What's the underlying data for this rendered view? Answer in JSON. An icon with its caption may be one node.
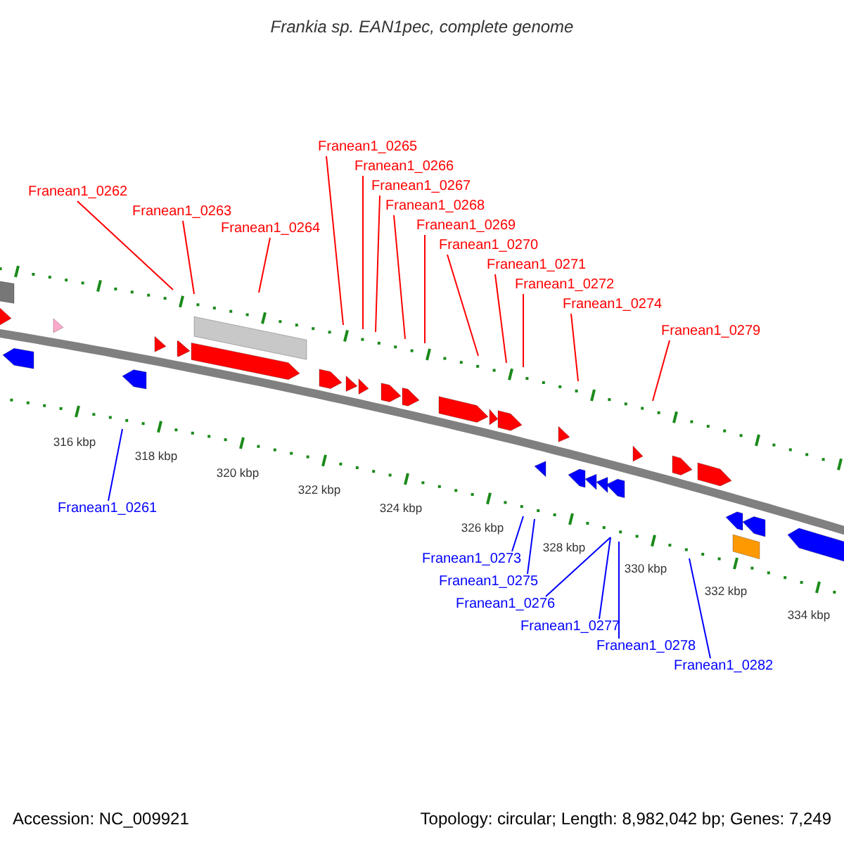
{
  "diagram": {
    "title": "Frankia sp. EAN1pec, complete genome",
    "nodes": [
      {
        "text": [
          "Franean1_0261"
        ]
      },
      {
        "text": [
          "Franean1_0262"
        ]
      },
      {
        "text": [
          "Franean1_0263"
        ]
      },
      {
        "text": [
          "Franean1_0264"
        ]
      },
      {
        "text": [
          "Franean1_0265"
        ]
      },
      {
        "text": [
          "Franean1_0266"
        ]
      },
      {
        "text": [
          "Franean1_0267"
        ]
      },
      {
        "text": [
          "Franean1_0268"
        ]
      },
      {
        "text": [
          "Franean1_0269"
        ]
      },
      {
        "text": [
          "Franean1_0270"
        ]
      },
      {
        "text": [
          "Franean1_0271"
        ]
      },
      {
        "text": [
          "Franean1_0272"
        ]
      },
      {
        "text": [
          "Franean1_0273"
        ]
      },
      {
        "text": [
          "Franean1_0274"
        ]
      },
      {
        "text": [
          "Franean1_0275"
        ]
      },
      {
        "text": [
          "Franean1_0276"
        ]
      },
      {
        "text": [
          "Franean1_0277"
        ]
      },
      {
        "text": [
          "Franean1_0278"
        ]
      },
      {
        "text": [
          "Franean1_0279"
        ]
      },
      {
        "text": [
          "Franean1_0282"
        ]
      }
    ],
    "edges": [
      {
        "from": 0,
        "to": null,
        "arrow": "none",
        "color": "#0000ff"
      },
      {
        "from": 1,
        "to": null,
        "arrow": "none"
      },
      {
        "from": 2,
        "to": null,
        "arrow": "none"
      },
      {
        "from": 3,
        "to": null,
        "arrow": "none"
      },
      {
        "from": 4,
        "to": null,
        "arrow": "none"
      },
      {
        "from": 5,
        "to": null,
        "arrow": "none"
      },
      {
        "from": 6,
        "to": null,
        "arrow": "none"
      },
      {
        "from": 7,
        "to": null,
        "arrow": "none"
      },
      {
        "from": 8,
        "to": null,
        "arrow": "none"
      },
      {
        "from": 9,
        "to": null,
        "arrow": "none"
      },
      {
        "from": 10,
        "to": null,
        "arrow": "none"
      },
      {
        "from": 11,
        "to": null,
        "arrow": "none"
      },
      {
        "from": 12,
        "to": null,
        "arrow": "none",
        "color": "#0000ff"
      },
      {
        "from": 13,
        "to": null,
        "arrow": "none"
      },
      {
        "from": 14,
        "to": null,
        "arrow": "none",
        "color": "#0000ff"
      },
      {
        "from": 15,
        "to": null,
        "arrow": "none",
        "color": "#0000ff"
      },
      {
        "from": 16,
        "to": null,
        "arrow": "none",
        "color": "#0000ff"
      },
      {
        "from": 17,
        "to": null,
        "arrow": "none",
        "color": "#0000ff"
      },
      {
        "from": 18,
        "to": null,
        "arrow": "none"
      },
      {
        "from": 19,
        "to": null,
        "arrow": "none",
        "color": "#0000ff"
      }
    ],
    "labels": [
      "316 kbp",
      "318 kbp",
      "320 kbp",
      "322 kbp",
      "324 kbp",
      "326 kbp",
      "328 kbp",
      "330 kbp",
      "332 kbp",
      "334 kbp",
      "Accession: NC_009921",
      "Topology: circular; Length: 8,982,042 bp; Genes: 7,249"
    ]
  }
}
